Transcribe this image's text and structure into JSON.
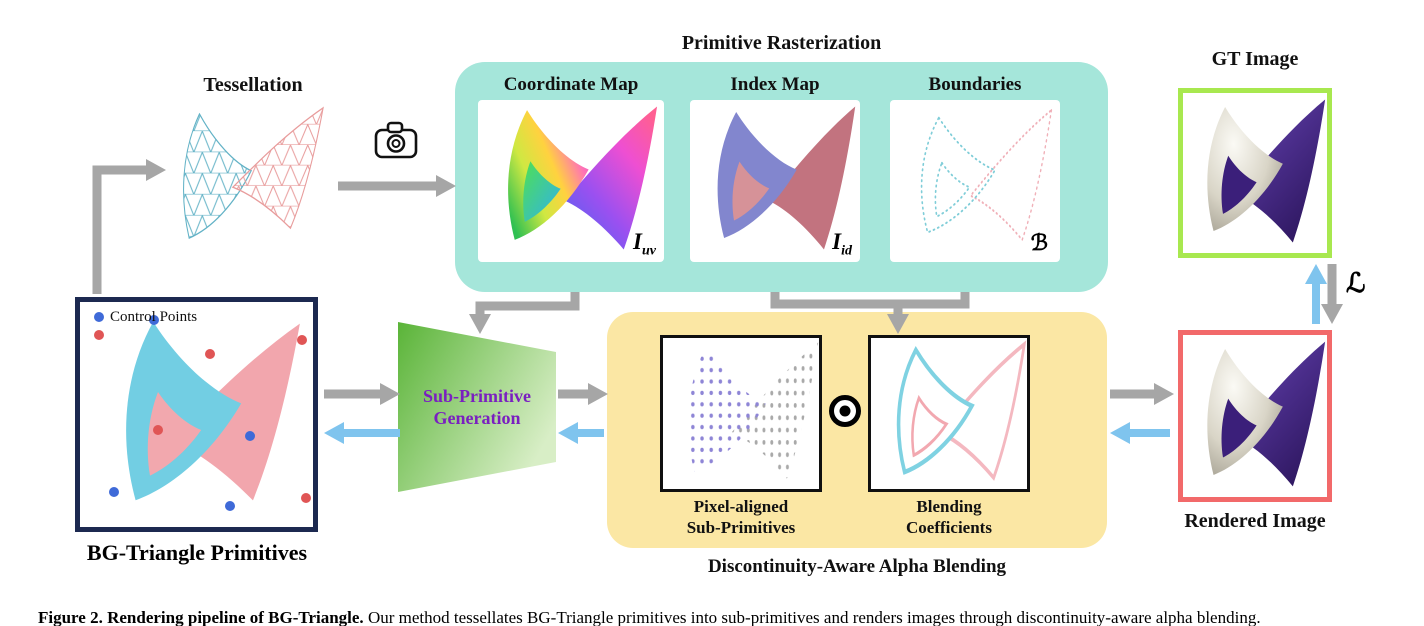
{
  "figure": {
    "tessellation_label": "Tessellation",
    "rasterization": {
      "title": "Primitive Rasterization",
      "panels": [
        {
          "label": "Coordinate Map",
          "symbol_base": "I",
          "symbol_sub": "uv"
        },
        {
          "label": "Index Map",
          "symbol_base": "I",
          "symbol_sub": "id"
        },
        {
          "label": "Boundaries",
          "symbol": "ℬ"
        }
      ]
    },
    "gt_image_label": "GT Image",
    "loss_symbol": "ℒ",
    "control_points_label": "Control Points",
    "bg_primitives_label": "BG-Triangle Primitives",
    "generator": {
      "line1": "Sub-Primitive",
      "line2": "Generation"
    },
    "blending": {
      "title": "Discontinuity-Aware Alpha Blending",
      "pixel_panel": {
        "line1": "Pixel-aligned",
        "line2": "Sub-Primitives"
      },
      "coeff_panel": {
        "line1": "Blending",
        "line2": "Coefficients"
      },
      "operator": "⊙"
    },
    "rendered_image_label": "Rendered Image"
  },
  "caption": {
    "label": "Figure 2.",
    "title": "Rendering pipeline of BG-Triangle.",
    "text": "Our method tessellates BG-Triangle primitives into sub-primitives and renders images through discontinuity-aware alpha blending."
  },
  "colors": {
    "accent_purple": "#7a1fc0",
    "teal_container": "#a5e6da",
    "yellow_container": "#fbe7a4",
    "gt_border": "#a8e84f",
    "rendered_border": "#f2696a",
    "control_box_border": "#1c2950",
    "forward_arrow_gray": "#a6a6a6",
    "backward_arrow_blue": "#7fc4ee",
    "control_point_blue": "#3f6ad8",
    "control_point_red": "#e05555",
    "generator_green": "#5ab438"
  }
}
